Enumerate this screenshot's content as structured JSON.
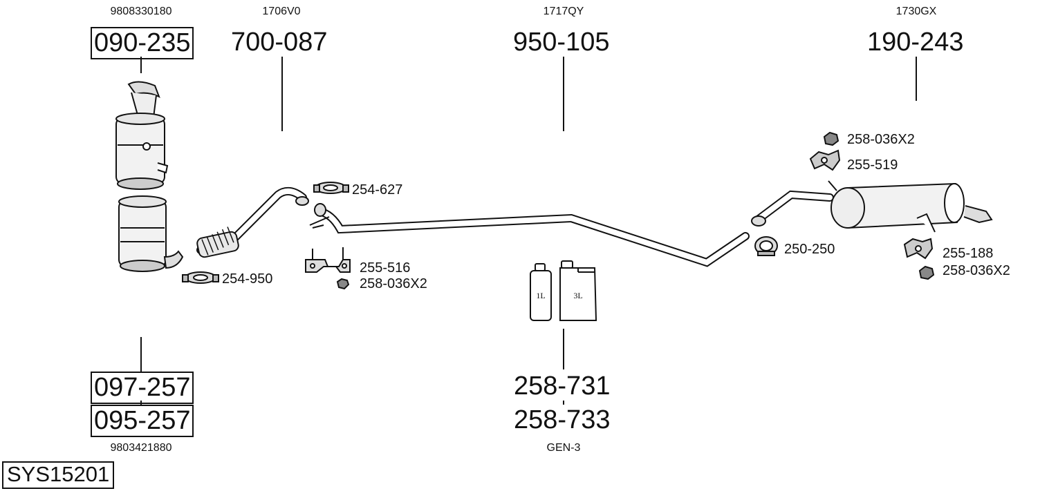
{
  "system_id": "SYS15201",
  "parts": [
    {
      "oe": "9808330180",
      "number": "090-235"
    },
    {
      "oe": "1706V0",
      "number": "700-087"
    },
    {
      "oe": "1717QY",
      "number": "950-105"
    },
    {
      "oe": "1730GX",
      "number": "190-243"
    },
    {
      "oe": "9803421880",
      "number_a": "097-257",
      "number_b": "095-257"
    },
    {
      "oe": "GEN-3",
      "number_a": "258-731",
      "number_b": "258-733"
    }
  ],
  "accessories": {
    "clamp_front": "254-950",
    "clamp_mid": "254-627",
    "bracket_mid": "255-516",
    "nut_mid": "258-036X2",
    "nut_rear_top": "258-036X2",
    "bracket_rear_top": "255-519",
    "clamp_rear": "250-250",
    "bracket_rear_bottom": "255-188",
    "nut_rear_bottom": "258-036X2"
  },
  "paste": {
    "small_label": "1L",
    "large_label": "3L"
  }
}
